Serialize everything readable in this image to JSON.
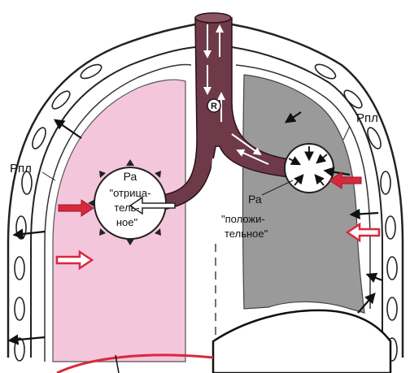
{
  "labels": {
    "pleural_pressure_left": "Рпл",
    "pleural_pressure_right": "Рпл",
    "alveolar_pressure_left": "Ра",
    "alveolar_pressure_right": "Ра",
    "airway_resistance": "R",
    "negative_line1": "\"отрица-",
    "negative_line2": "тель-",
    "negative_line3": "ное\"",
    "positive_line1": "\"положи-",
    "positive_line2": "тельное\""
  },
  "colors": {
    "left_lung_fill": "#f3c6dc",
    "right_lung_fill": "#9a9a9a",
    "airway_fill": "#6e3a4a",
    "arrow_red": "#d9283c",
    "arrow_black": "#111111",
    "diaphragm_red": "#d9283c"
  },
  "icons": [
    "arrow-icon",
    "red-arrow-icon",
    "hollow-arrow-icon"
  ]
}
